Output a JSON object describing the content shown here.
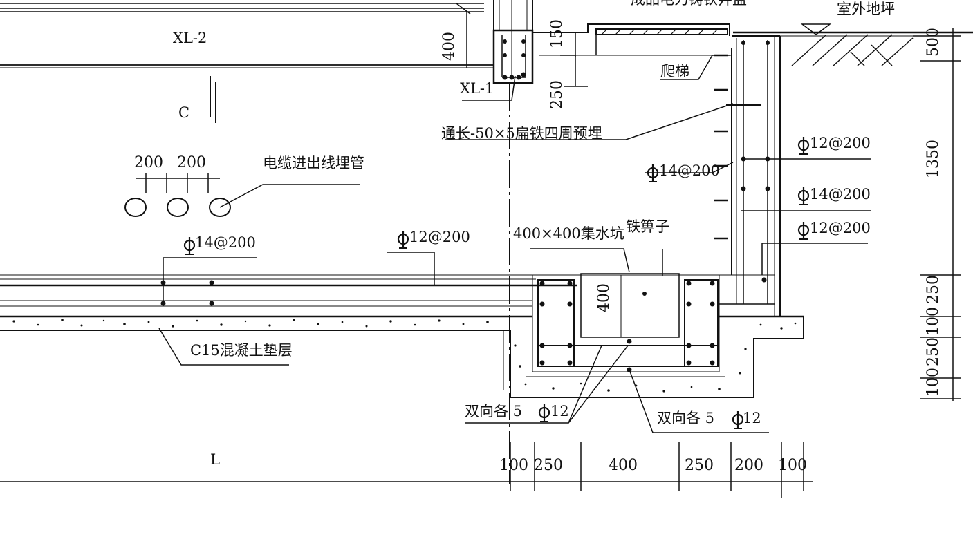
{
  "drawing": {
    "beam_labels": {
      "xl2": "XL-2",
      "xl1": "XL-1"
    },
    "axis_labels": {
      "c": "C",
      "l": "L"
    },
    "callouts": {
      "cover_top": "成品电力铸铁井盖",
      "ground": "室外地坪",
      "ladder": "爬梯",
      "flat_iron": "通长-50×5扁铁四周预埋",
      "cable_pipe": "电缆进出线埋管",
      "sump": "400×400集水坑",
      "grate": "铁箅子",
      "cushion": "C15混凝土垫层",
      "two_way_left": "双向各 5",
      "two_way_left_bar": "12",
      "two_way_right": "双向各 5",
      "two_way_right_bar": "12"
    },
    "rebar": {
      "bottom_upper": "12@200",
      "bottom_lower": "14@200",
      "wall_inner": "14@200",
      "wall_outer_1": "12@200",
      "wall_outer_2": "14@200",
      "wall_outer_3": "12@200"
    },
    "dimensions": {
      "beam_h": "400",
      "d150": "150",
      "d250": "250",
      "pipe_a": "200",
      "pipe_b": "200",
      "pit_h": "400",
      "right": [
        "500",
        "1350",
        "250",
        "100",
        "250",
        "100"
      ],
      "bottom": [
        "100",
        "250",
        "400",
        "250",
        "200",
        "100"
      ]
    }
  }
}
